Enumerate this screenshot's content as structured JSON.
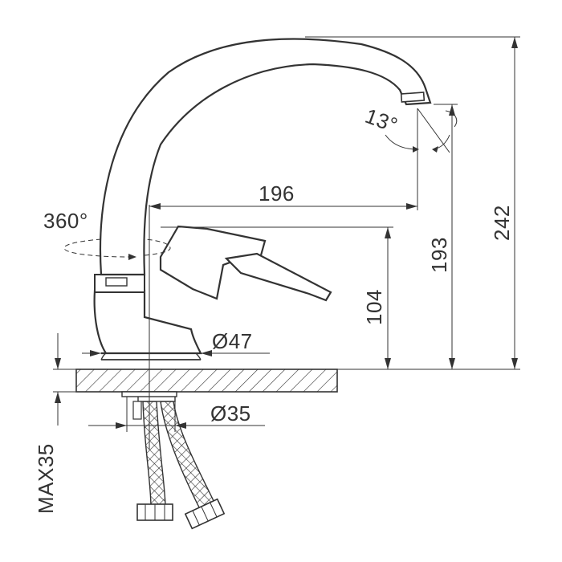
{
  "diagram": {
    "line_color": "#333333",
    "background": "#ffffff",
    "labels": {
      "spout_reach": "196",
      "height_total": "242",
      "height_spout": "193",
      "height_lever": "104",
      "body_diameter": "Ø47",
      "shank_diameter": "Ø35",
      "max_counter_thickness": "MAX35",
      "rotation": "360°",
      "spout_angle": "13°"
    }
  }
}
